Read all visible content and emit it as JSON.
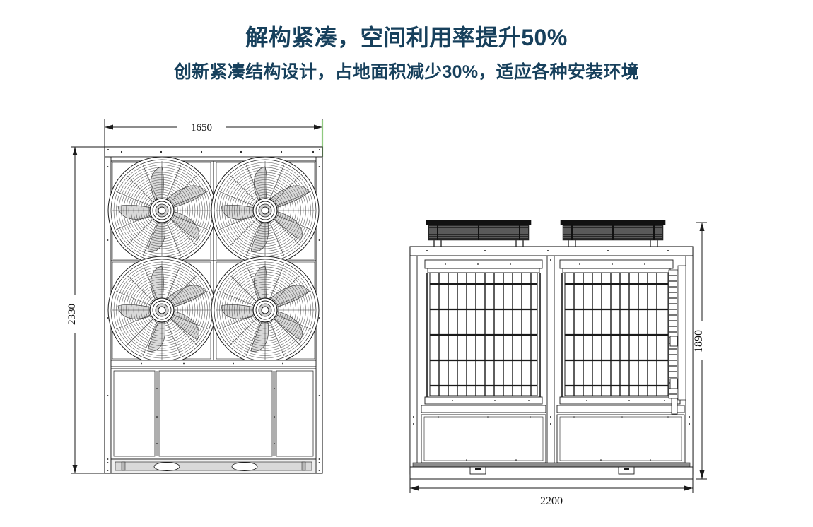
{
  "headings": {
    "title": "解构紧凑，空间利用率提升50%",
    "subtitle": "创新紧凑结构设计，占地面积减少30%，适应各种安装环境",
    "text_color": "#17405c"
  },
  "drawings": {
    "front_view": {
      "name": "front-elevation",
      "dimensions": {
        "width_label": "1650",
        "height_label": "2330"
      },
      "fan_count": 4,
      "fan_rows": 2,
      "fan_columns": 2,
      "lower_panel_count": 3,
      "base_slot_count": 2,
      "accent_line_color": "#8fc97f"
    },
    "side_view": {
      "name": "side-elevation",
      "dimensions": {
        "width_label": "2200",
        "height_label": "1890"
      },
      "fan_shroud_count": 2,
      "coil_grille_sections": 2,
      "lower_panel_count": 2,
      "base_feature_count": 2
    },
    "line_color": "#1a1a1a",
    "dimension_text_color": "#111111",
    "fan_guard_color": "#4a4a4a",
    "shroud_fill": "#111111"
  }
}
